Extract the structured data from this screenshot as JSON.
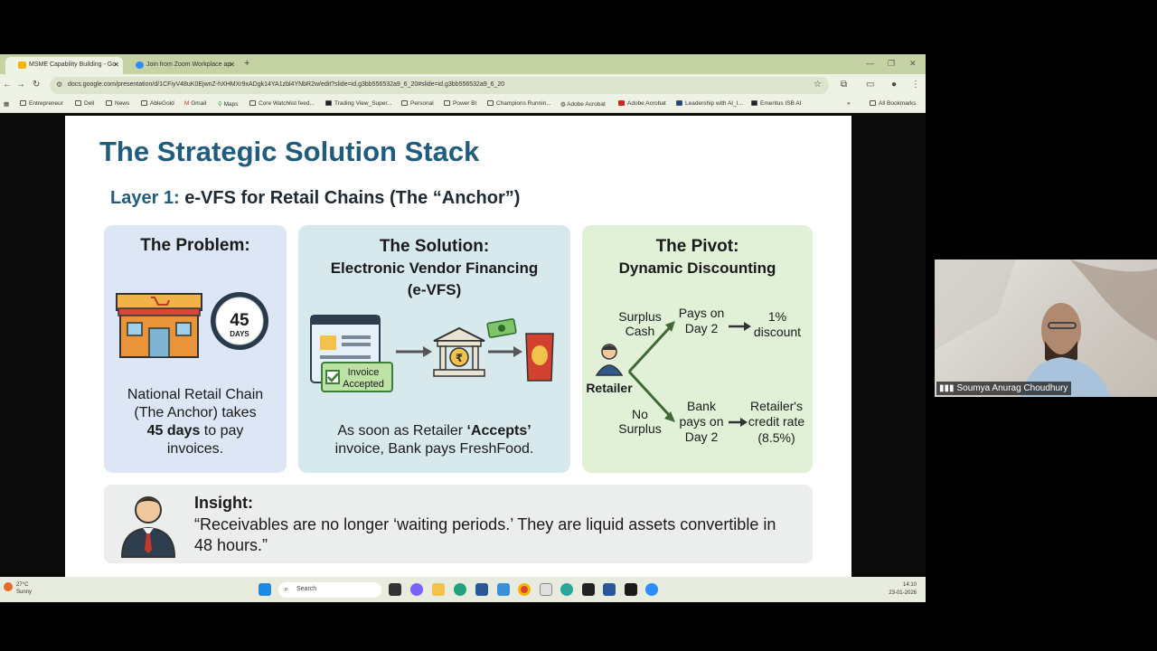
{
  "browser": {
    "tabs": [
      {
        "title": "MSME Capability Building - Go",
        "active": true
      },
      {
        "title": "Join from Zoom Workplace ap",
        "active": false
      }
    ],
    "url": "docs.google.com/presentation/d/1CFiyV48uK0EjwnZ-hXHMXr9xADgk14YA1zbl4YNbR2w/edit?slide=id.g3bb556532a9_6_20#slide=id.g3bb556532a9_6_20",
    "bookmarks": [
      "Entrepreneur",
      "Dell",
      "News",
      "AbleGold",
      "Gmail",
      "Maps",
      "Core Watchlist feed...",
      "Trading View_Super...",
      "Personal",
      "Power BI",
      "Champions Runnin...",
      "Adobe Acrobat",
      "Adobe Acrobat",
      "Leadership with AI_I...",
      "Emeritus ISB AI",
      "All Bookmarks"
    ]
  },
  "slide": {
    "title": "The Strategic Solution Stack",
    "subtitle_accent": "Layer 1:",
    "subtitle_rest": " e-VFS for Retail Chains (The “Anchor”)",
    "problem": {
      "title": "The Problem:",
      "clock_number": "45",
      "clock_unit": "DAYS",
      "text_line1": "National Retail Chain",
      "text_line2": "(The Anchor) takes",
      "text_bold": "45 days",
      "text_line3_rest": " to pay",
      "text_line4": "invoices."
    },
    "solution": {
      "title": "The Solution:",
      "title_line2": "Electronic Vendor Financing",
      "title_line3": "(e-VFS)",
      "badge_line1": "Invoice",
      "badge_line2": "Accepted",
      "bank_symbol": "₹",
      "text_pre": "As soon as Retailer ",
      "text_bold": "‘Accepts’",
      "text_line2": "invoice, Bank pays FreshFood."
    },
    "pivot": {
      "title": "The Pivot:",
      "title_line2": "Dynamic Discounting",
      "surplus_line1": "Surplus",
      "surplus_line2": "Cash",
      "pays_line1": "Pays on",
      "pays_line2": "Day 2",
      "discount_line1": "1%",
      "discount_line2": "discount",
      "retailer": "Retailer",
      "nosurplus_line1": "No",
      "nosurplus_line2": "Surplus",
      "bank_line1": "Bank",
      "bank_line2": "pays on",
      "bank_line3": "Day 2",
      "credit_line1": "Retailer's",
      "credit_line2": "credit rate",
      "credit_line3": "(8.5%)"
    },
    "insight": {
      "label": "Insight:",
      "quote": "“Receivables are no longer ‘waiting periods.’ They are liquid assets convertible in 48 hours.”"
    }
  },
  "taskbar": {
    "weather_temp": "27°C",
    "weather_desc": "Sunny",
    "search_placeholder": "Search",
    "time": "14:10",
    "date": "23-01-2026"
  },
  "webcam": {
    "participant": "Soumya Anurag Choudhury"
  },
  "colors": {
    "title": "#1f5c7e",
    "problem_card": "#dce6f4",
    "solution_card": "#d8e9ee",
    "pivot_card": "#e1f1d8",
    "insight_card": "#eceeee",
    "browser_frame": "#c5d3a4"
  }
}
